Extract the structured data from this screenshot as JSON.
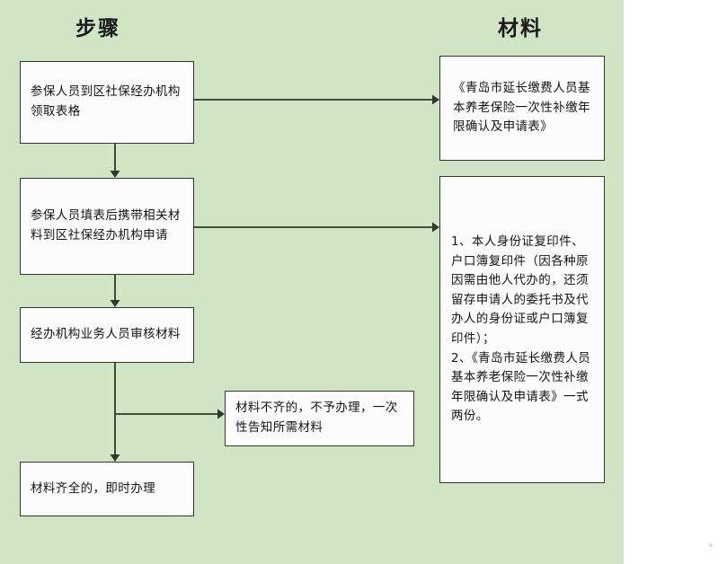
{
  "diagram": {
    "title_steps": "步骤",
    "title_materials": "材料",
    "background_color": "#cfe5c3",
    "node_fill": "#fbfcfb",
    "line_color": "#2b3a2b"
  },
  "steps": [
    {
      "id": "step1",
      "label": "参保人员到区社保经办机构领取表格"
    },
    {
      "id": "step2",
      "label": "参保人员填表后携带相关材料到区社保经办机构申请"
    },
    {
      "id": "step3",
      "label": "经办机构业务人员审核材料"
    },
    {
      "id": "incomplete",
      "label": "材料不齐的，不予办理，一次性告知所需材料"
    },
    {
      "id": "complete",
      "label": "材料齐全的，即时办理"
    }
  ],
  "materials": [
    {
      "id": "mat1",
      "label": "《青岛市延长缴费人员基本养老保险一次性补缴年限确认及申请表》"
    },
    {
      "id": "mat2",
      "label": "1、本人身份证复印件、户口簿复印件（因各种原因需由他人代办的，还须留存申请人的委托书及代办人的身份证或户口簿复印件）；\n2、《青岛市延长缴费人员基本养老保险一次性补缴年限确认及申请表》一式两份。"
    }
  ],
  "connectors": [
    {
      "id": "step1-to-mat1",
      "from": "step1",
      "to": "mat1",
      "direction": "right"
    },
    {
      "id": "step1-to-step2",
      "from": "step1",
      "to": "step2",
      "direction": "down"
    },
    {
      "id": "step2-to-mat2",
      "from": "step2",
      "to": "mat2",
      "direction": "right"
    },
    {
      "id": "step2-to-step3",
      "from": "step2",
      "to": "step3",
      "direction": "down"
    },
    {
      "id": "step3-to-incomplete",
      "from": "step3",
      "to": "incomplete",
      "direction": "right"
    },
    {
      "id": "step3-to-complete",
      "from": "step3",
      "to": "complete",
      "direction": "down"
    }
  ]
}
